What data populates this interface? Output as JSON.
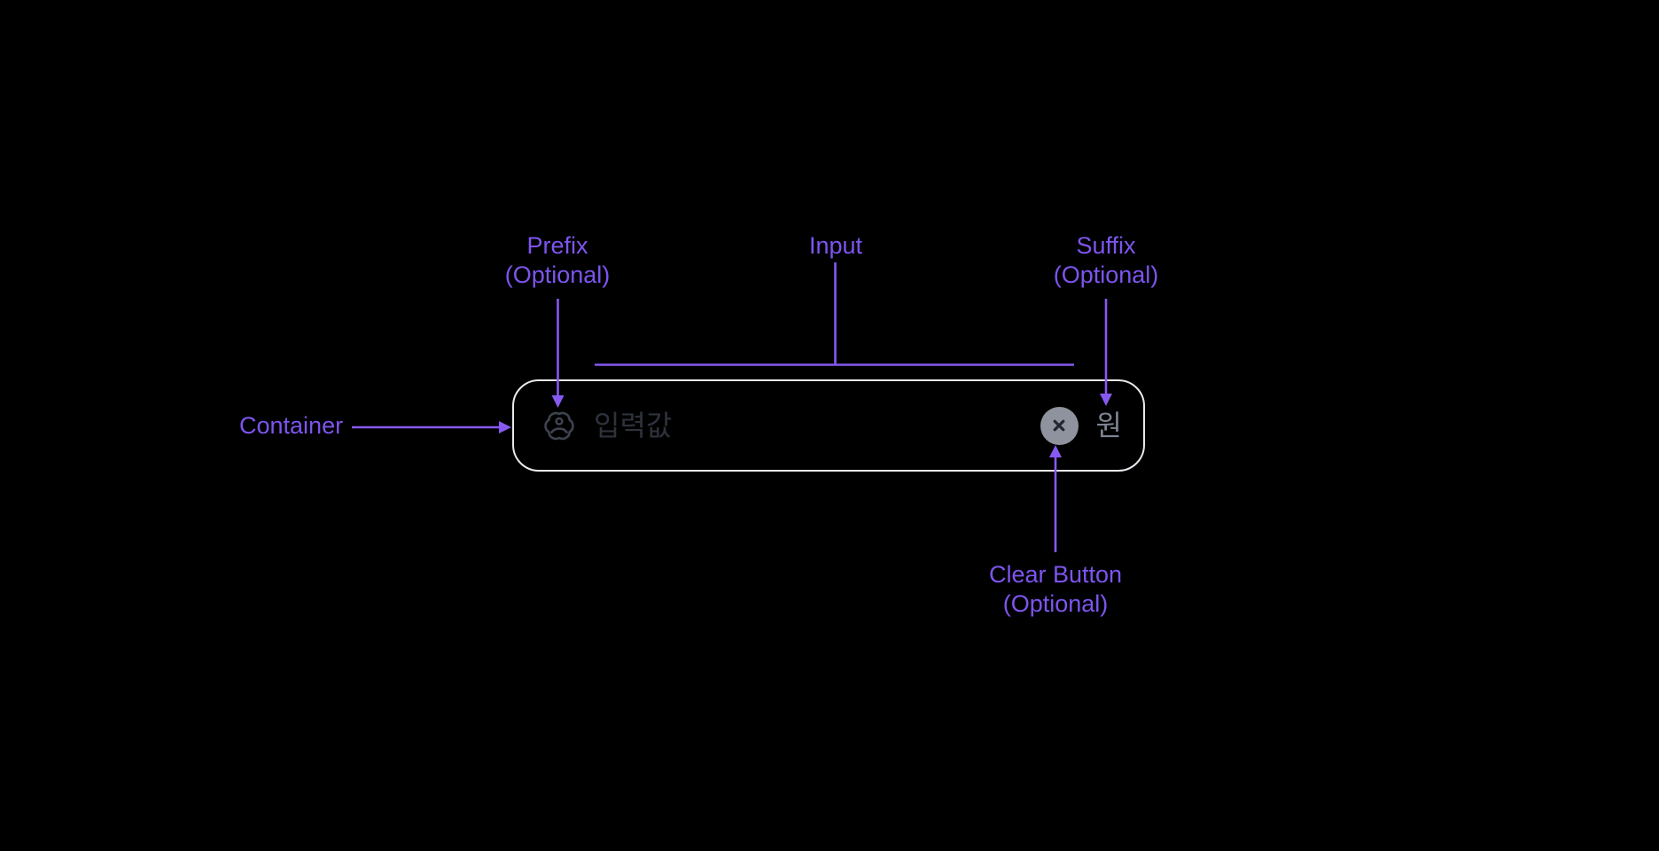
{
  "component": {
    "placeholder": "입력값",
    "suffix": "원"
  },
  "annotations": {
    "prefix": {
      "line1": "Prefix",
      "line2": "(Optional)"
    },
    "input": {
      "line1": "Input"
    },
    "suffix": {
      "line1": "Suffix",
      "line2": "(Optional)"
    },
    "container": {
      "line1": "Container"
    },
    "clear_button": {
      "line1": "Clear Button",
      "line2": "(Optional)"
    }
  },
  "icons": {
    "prefix": "user-badge-icon",
    "clear": "close-icon"
  },
  "colors": {
    "background": "#000000",
    "label-purple": "#7d55ee",
    "arrow-purple": "#8659f0",
    "container-border": "#e9e8ee",
    "placeholder": "#2e323c",
    "suffix-color": "#7e8492",
    "clear-circle": "#8f939e",
    "clear-x": "#23262e",
    "icon-stroke": "#3d434f"
  }
}
